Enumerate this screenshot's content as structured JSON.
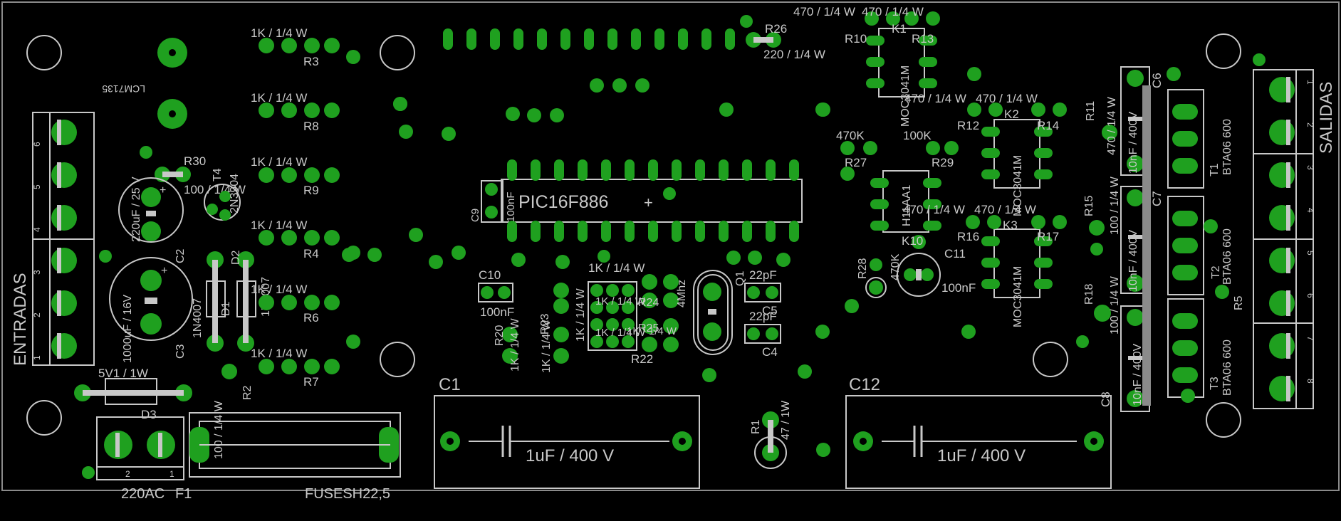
{
  "title": "",
  "colors": {
    "background": "#000000",
    "silk": "#c8c8c8",
    "copper": "#1fa01f",
    "outline": "#8a8a8a"
  },
  "labels": {
    "r3_val": "1K / 1/4 W",
    "r3": "R3",
    "r8_val": "1K / 1/4 W",
    "r8": "R8",
    "r9_val": "1K / 1/4 W",
    "r9": "R9",
    "r4_val": "1K / 1/4 W",
    "r4": "R4",
    "r6_val": "1K / 1/4 W",
    "r6": "R6",
    "r7_val": "1K / 1/4 W",
    "r7": "R7",
    "r26": "R26",
    "r26_val": "220 / 1/4 W",
    "top_470a": "470 / 1/4 W",
    "top_470b": "470 / 1/4 W",
    "r10": "R10",
    "k1": "K1",
    "r13": "R13",
    "moc_1": "MOC3041M",
    "moc_2": "MOC3041M",
    "moc_3": "MOC3041M",
    "r12": "R12",
    "k2": "K2",
    "r14": "R14",
    "mid_470a": "470 / 1/4 W",
    "mid_470b": "470 / 1/4 W",
    "r27_val": "470K",
    "r27": "R27",
    "r29_val": "100K",
    "r29": "R29",
    "h11aa1": "H11AA1",
    "low_470a": "470 / 1/4 W",
    "low_470b": "470 / 1/4 W",
    "r16": "R16",
    "k3": "K3",
    "r17": "R17",
    "r28": "R28",
    "r28_val": "470K",
    "k10": "K10",
    "c11": "C11",
    "c11_val": "100nF",
    "pic": "PIC16F886",
    "c9": "C9",
    "c9_val": "100nF",
    "c10": "C10",
    "c10_val": "100nF",
    "r20": "R20",
    "r20_val": "1K / 1/4 W",
    "r23": "R23",
    "r23_val": "1K / 1/4 W",
    "r19_val": "1K / 1/4 W",
    "r21_val": "1K / 1/4 W",
    "r22": "R22",
    "r24": "R24",
    "r25": "R25",
    "r24_val": "1K / 1/4 W",
    "r25_val": "1K / 1/4 W",
    "xtal": "4Mhz",
    "q1": "Q1",
    "c5": "C5",
    "c5_val": "22pF",
    "c4": "C4",
    "c4_val": "22pF",
    "c1": "C1",
    "c1_val": "1uF / 400 V",
    "c12": "C12",
    "c12_val": "1uF / 400 V",
    "r1": "R1",
    "r1_val": "47 / 1W",
    "r11": "R11",
    "r11_val": "470 / 1/4 W",
    "r15": "R15",
    "r15_val": "100 / 1/4 W",
    "r18": "R18",
    "r18_val": "100 / 1/4 W",
    "r5": "R5",
    "c6": "C6",
    "c6_val": "10nF / 400V",
    "c7": "C7",
    "c7_val": "10nF / 400V",
    "c8": "C8",
    "c8_val": "10nF / 400V",
    "t1": "T1",
    "t1_val": "BTA06 600",
    "t2": "T2",
    "t2_val": "BTA06 600",
    "t3": "T3",
    "t3_val": "BTA06 600",
    "salidas": "SALIDAS",
    "entradas": "ENTRADAS",
    "lcmt": "LCM7135",
    "r30": "R30",
    "r30_val": "100 / 1/4 W",
    "t4": "T4",
    "t4_val": "2N3904",
    "c2": "C2",
    "c2_val": "220uF / 25 V",
    "c3": "C3",
    "c3_val": "1000uF / 16V",
    "d1": "D1",
    "d1_val": "1N4007",
    "d2": "D2",
    "d2_val": "1N4007",
    "r2": "R2",
    "r2_val": "100 / 1/4 W",
    "d3": "D3",
    "d3_val": "5V1 / 1W",
    "ac": "220AC",
    "f1": "F1",
    "fuse": "FUSESH22,5",
    "r31_val": "1K / 1/4 W"
  },
  "pin_numbers": [
    "1",
    "2",
    "3",
    "4",
    "5",
    "6",
    "7",
    "8"
  ],
  "in_pin_numbers": [
    "1",
    "2",
    "3",
    "4",
    "5",
    "6"
  ]
}
